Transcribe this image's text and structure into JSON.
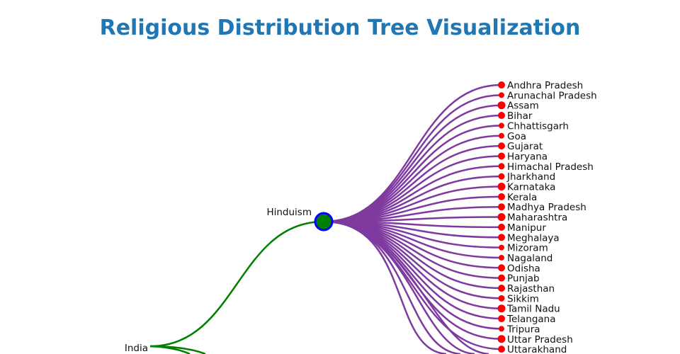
{
  "title": "Religious Distribution Tree Visualization",
  "colors": {
    "root_link": "#008000",
    "leaf_link": "#7e3a9f",
    "mid_node_fill": "#008000",
    "mid_node_stroke": "#0000ff",
    "leaf_node": "#ff0000"
  },
  "root": {
    "label": "India"
  },
  "religion": {
    "label": "Hinduism"
  },
  "states": [
    "Andhra Pradesh",
    "Arunachal Pradesh",
    "Assam",
    "Bihar",
    "Chhattisgarh",
    "Goa",
    "Gujarat",
    "Haryana",
    "Himachal Pradesh",
    "Jharkhand",
    "Karnataka",
    "Kerala",
    "Madhya Pradesh",
    "Maharashtra",
    "Manipur",
    "Meghalaya",
    "Mizoram",
    "Nagaland",
    "Odisha",
    "Punjab",
    "Rajasthan",
    "Sikkim",
    "Tamil Nadu",
    "Telangana",
    "Tripura",
    "Uttar Pradesh",
    "Uttarakhand"
  ]
}
